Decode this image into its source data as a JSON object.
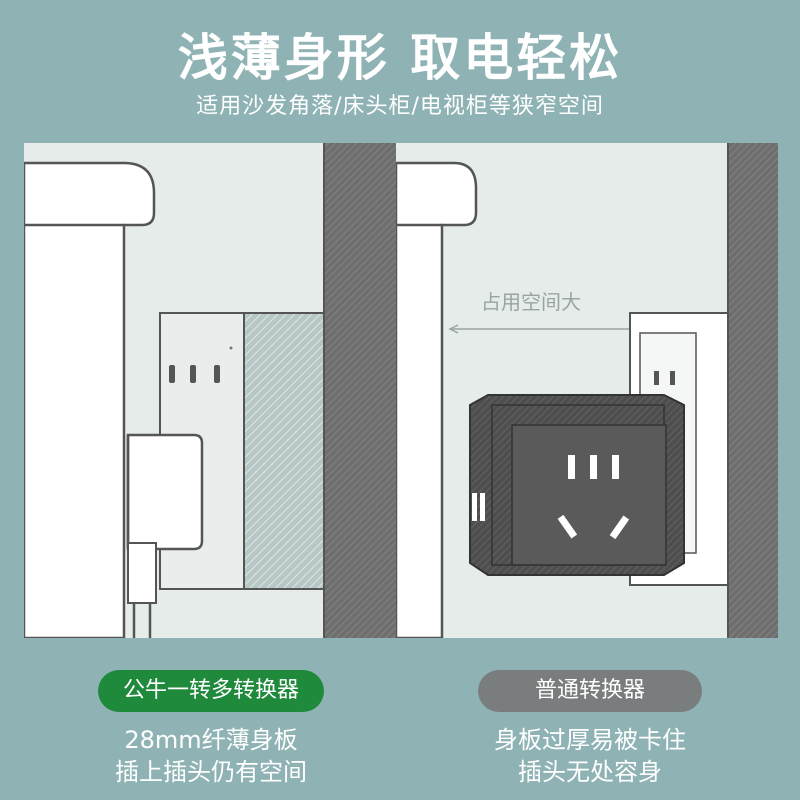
{
  "header": {
    "title": "浅薄身形 取电轻松",
    "subtitle": "适用沙发角落/床头柜/电视柜等狭窄空间"
  },
  "left": {
    "badge": "公牛一转多转换器",
    "desc_line1": "28mm纤薄身板",
    "desc_line2": "插上插头仍有空间"
  },
  "right": {
    "space_label": "占用空间大",
    "badge": "普通转换器",
    "desc_line1": "身板过厚易被卡住",
    "desc_line2": "插头无处容身"
  },
  "colors": {
    "background": "#8fb3b4",
    "panel": "#e6ecea",
    "accent_green": "#1f8a3c",
    "badge_gray": "#7a7d7d",
    "wall_dark": "#6f6f6f"
  }
}
